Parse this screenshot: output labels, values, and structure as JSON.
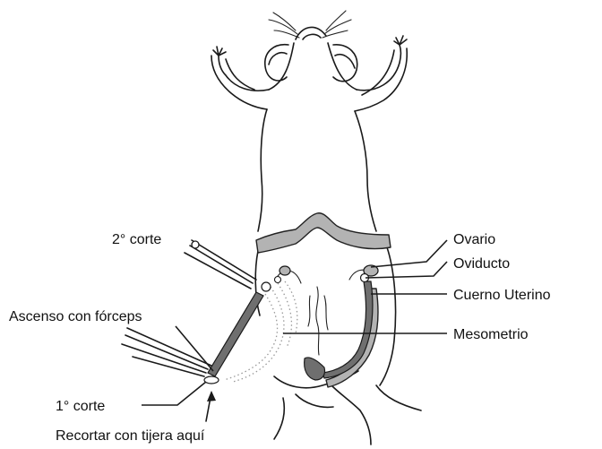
{
  "labels": {
    "second_cut": "2° corte",
    "lift_forceps": "Ascenso con fórceps",
    "first_cut": "1° corte",
    "trim_here": "Recortar con tijera aquí",
    "ovary": "Ovario",
    "oviduct": "Oviducto",
    "uterine_horn": "Cuerno Uterino",
    "mesometrium": "Mesometrio"
  },
  "colors": {
    "ink": "#1a1a1a",
    "tissue_fill": "#b3b3b3",
    "uterus_fill": "#6f6f6f"
  }
}
